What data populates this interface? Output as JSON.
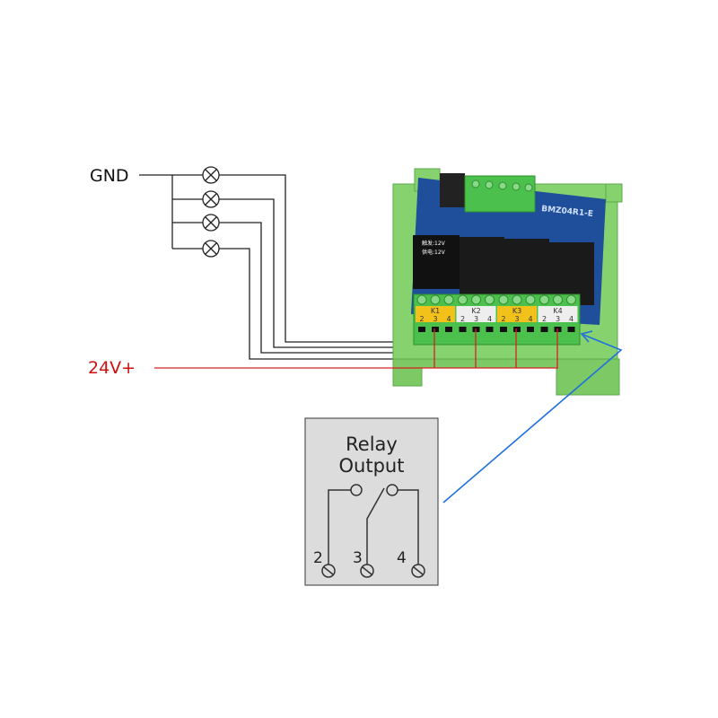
{
  "labels": {
    "gnd": "GND",
    "v24": "24V+"
  },
  "board": {
    "model": "BMZ04R1-E",
    "relay_spec_1": "触发:12V",
    "relay_spec_2": "供电:12V",
    "channels": [
      {
        "name": "K1",
        "terminals": [
          "2",
          "3",
          "4"
        ],
        "color": "#f2c21b"
      },
      {
        "name": "K2",
        "terminals": [
          "2",
          "3",
          "4"
        ],
        "color": "#eeeeee"
      },
      {
        "name": "K3",
        "terminals": [
          "2",
          "3",
          "4"
        ],
        "color": "#f2c21b"
      },
      {
        "name": "K4",
        "terminals": [
          "2",
          "3",
          "4"
        ],
        "color": "#eeeeee"
      }
    ]
  },
  "relay_output": {
    "title_line1": "Relay",
    "title_line2": "Output",
    "pins": [
      "2",
      "3",
      "4"
    ]
  },
  "colors": {
    "gnd_wire": "#222222",
    "v24_wire": "#d62020",
    "v24_text": "#cc1010",
    "callout": "#1f6fe0",
    "pcb": "#1f4e9a",
    "terminal": "#4cc04c",
    "rail": "#7fcf6a"
  }
}
